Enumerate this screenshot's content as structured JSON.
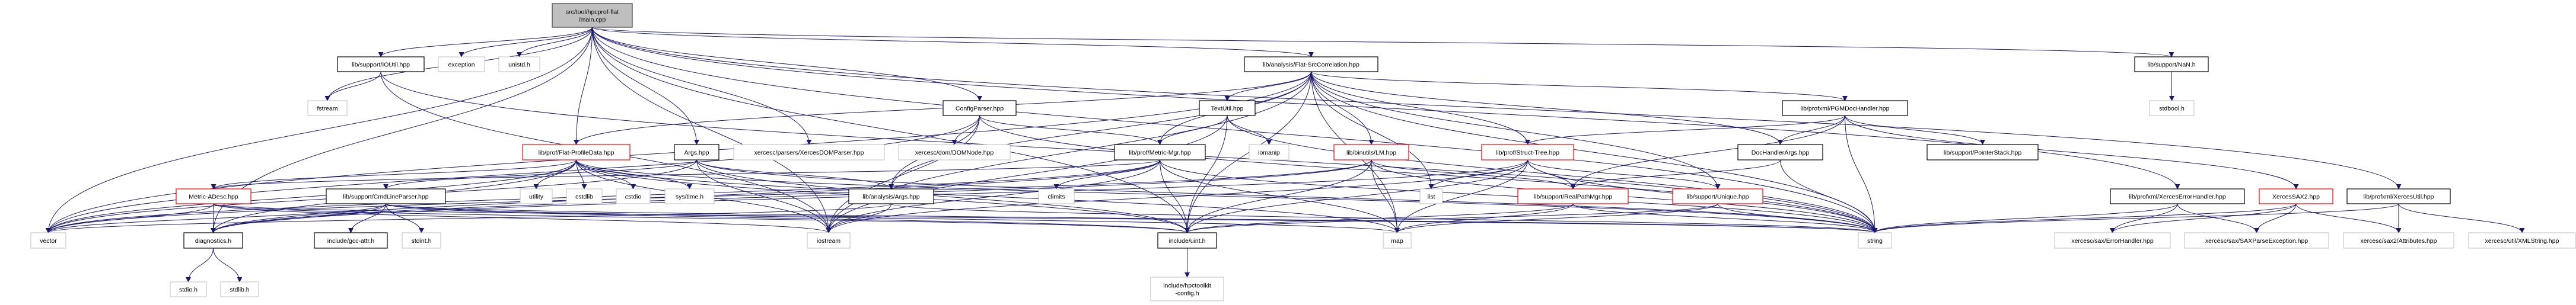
{
  "colors": {
    "edge": "#191970",
    "root_fill": "#bfbfbf",
    "root_border": "#404040",
    "documented_border": "#000000",
    "truncated_border": "#ff0000",
    "external_border": "#bfbfbf",
    "node_fill": "#ffffff"
  },
  "nodes": {
    "main": {
      "lines": [
        "src/tool/hpcprof-flat",
        "/main.cpp"
      ],
      "style": "root"
    },
    "ioutil": {
      "lines": [
        "lib/support/IOUtil.hpp"
      ],
      "style": "documented"
    },
    "exception": {
      "lines": [
        "exception"
      ],
      "style": "external"
    },
    "unistd": {
      "lines": [
        "unistd.h"
      ],
      "style": "external"
    },
    "flatsrc": {
      "lines": [
        "lib/analysis/Flat-SrcCorrelation.hpp"
      ],
      "style": "documented"
    },
    "nan": {
      "lines": [
        "lib/support/NaN.h"
      ],
      "style": "documented"
    },
    "fstream": {
      "lines": [
        "fstream"
      ],
      "style": "external"
    },
    "configparser": {
      "lines": [
        "ConfigParser.hpp"
      ],
      "style": "documented"
    },
    "textutil": {
      "lines": [
        "TextUtil.hpp"
      ],
      "style": "documented"
    },
    "pgmdoc": {
      "lines": [
        "lib/profxml/PGMDocHandler.hpp"
      ],
      "style": "documented"
    },
    "stdbool": {
      "lines": [
        "stdbool.h"
      ],
      "style": "external"
    },
    "flatprof": {
      "lines": [
        "lib/prof/Flat-ProfileData.hpp"
      ],
      "style": "truncated"
    },
    "args": {
      "lines": [
        "Args.hpp"
      ],
      "style": "documented"
    },
    "domparser": {
      "lines": [
        "xercesc/parsers/XercesDOMParser.hpp"
      ],
      "style": "external"
    },
    "domnode": {
      "lines": [
        "xercesc/dom/DOMNode.hpp"
      ],
      "style": "external"
    },
    "metricmgr": {
      "lines": [
        "lib/prof/Metric-Mgr.hpp"
      ],
      "style": "documented"
    },
    "iomanip": {
      "lines": [
        "iomanip"
      ],
      "style": "external"
    },
    "lm": {
      "lines": [
        "lib/binutils/LM.hpp"
      ],
      "style": "truncated"
    },
    "structtree": {
      "lines": [
        "lib/prof/Struct-Tree.hpp"
      ],
      "style": "truncated"
    },
    "dochargs": {
      "lines": [
        "DocHandlerArgs.hpp"
      ],
      "style": "documented"
    },
    "pointerstack": {
      "lines": [
        "lib/support/PointerStack.hpp"
      ],
      "style": "documented"
    },
    "metricadesc": {
      "lines": [
        "Metric-ADesc.hpp"
      ],
      "style": "truncated"
    },
    "cmdline": {
      "lines": [
        "lib/support/CmdLineParser.hpp"
      ],
      "style": "documented"
    },
    "utility": {
      "lines": [
        "utility"
      ],
      "style": "external"
    },
    "cstdlib": {
      "lines": [
        "cstdlib"
      ],
      "style": "external"
    },
    "cstdio": {
      "lines": [
        "cstdio"
      ],
      "style": "external"
    },
    "systime": {
      "lines": [
        "sys/time.h"
      ],
      "style": "external"
    },
    "aargs": {
      "lines": [
        "lib/analysis/Args.hpp"
      ],
      "style": "documented"
    },
    "climits": {
      "lines": [
        "climits"
      ],
      "style": "external"
    },
    "list": {
      "lines": [
        "list"
      ],
      "style": "external"
    },
    "realpath": {
      "lines": [
        "lib/support/RealPathMgr.hpp"
      ],
      "style": "truncated"
    },
    "unique": {
      "lines": [
        "lib/support/Unique.hpp"
      ],
      "style": "truncated"
    },
    "xerrh": {
      "lines": [
        "lib/profxml/XercesErrorHandler.hpp"
      ],
      "style": "documented"
    },
    "xsax2": {
      "lines": [
        "XercesSAX2.hpp"
      ],
      "style": "truncated"
    },
    "xutil": {
      "lines": [
        "lib/profxml/XercesUtil.hpp"
      ],
      "style": "documented"
    },
    "vector": {
      "lines": [
        "vector"
      ],
      "style": "external"
    },
    "diagnostics": {
      "lines": [
        "diagnostics.h"
      ],
      "style": "documented"
    },
    "gccattr": {
      "lines": [
        "include/gcc-attr.h"
      ],
      "style": "documented"
    },
    "stdint": {
      "lines": [
        "stdint.h"
      ],
      "style": "external"
    },
    "iostream": {
      "lines": [
        "iostream"
      ],
      "style": "external"
    },
    "uint": {
      "lines": [
        "include/uint.h"
      ],
      "style": "documented"
    },
    "map": {
      "lines": [
        "map"
      ],
      "style": "external"
    },
    "string": {
      "lines": [
        "string"
      ],
      "style": "external"
    },
    "errhandler": {
      "lines": [
        "xercesc/sax/ErrorHandler.hpp"
      ],
      "style": "external"
    },
    "saxparse": {
      "lines": [
        "xercesc/sax/SAXParseException.hpp"
      ],
      "style": "external"
    },
    "attributes": {
      "lines": [
        "xercesc/sax2/Attributes.hpp"
      ],
      "style": "external"
    },
    "xmlstring": {
      "lines": [
        "xercesc/util/XMLString.hpp"
      ],
      "style": "external"
    },
    "stdio": {
      "lines": [
        "stdio.h"
      ],
      "style": "external"
    },
    "stdlib": {
      "lines": [
        "stdlib.h"
      ],
      "style": "external"
    },
    "hpcconfig": {
      "lines": [
        "include/hpctoolkit",
        "-config.h"
      ],
      "style": "external"
    }
  },
  "edges": [
    [
      "main",
      "vector"
    ],
    [
      "main",
      "ioutil"
    ],
    [
      "main",
      "fstream"
    ],
    [
      "main",
      "exception"
    ],
    [
      "main",
      "unistd"
    ],
    [
      "main",
      "flatprof"
    ],
    [
      "main",
      "args"
    ],
    [
      "main",
      "iostream"
    ],
    [
      "main",
      "flatsrc"
    ],
    [
      "main",
      "nan"
    ],
    [
      "main",
      "xerrh"
    ],
    [
      "main",
      "xutil"
    ],
    [
      "main",
      "configparser"
    ],
    [
      "main",
      "string"
    ],
    [
      "main",
      "diagnostics"
    ],
    [
      "main",
      "domparser"
    ],
    [
      "main",
      "uint"
    ],
    [
      "ioutil",
      "fstream"
    ],
    [
      "ioutil",
      "iostream"
    ],
    [
      "ioutil",
      "string"
    ],
    [
      "flatsrc",
      "textutil"
    ],
    [
      "flatsrc",
      "metricmgr"
    ],
    [
      "flatsrc",
      "lm"
    ],
    [
      "flatsrc",
      "list"
    ],
    [
      "flatsrc",
      "structtree"
    ],
    [
      "flatsrc",
      "unique"
    ],
    [
      "flatsrc",
      "dochargs"
    ],
    [
      "flatsrc",
      "pgmdoc"
    ],
    [
      "flatsrc",
      "uint"
    ],
    [
      "flatsrc",
      "aargs"
    ],
    [
      "flatsrc",
      "flatprof"
    ],
    [
      "flatsrc",
      "vector"
    ],
    [
      "flatsrc",
      "iostream"
    ],
    [
      "flatsrc",
      "string"
    ],
    [
      "flatsrc",
      "map"
    ],
    [
      "nan",
      "stdbool"
    ],
    [
      "configparser",
      "domnode"
    ],
    [
      "configparser",
      "metricmgr"
    ],
    [
      "configparser",
      "aargs"
    ],
    [
      "configparser",
      "string"
    ],
    [
      "configparser",
      "vector"
    ],
    [
      "configparser",
      "iostream"
    ],
    [
      "textutil",
      "metricmgr"
    ],
    [
      "textutil",
      "iomanip"
    ],
    [
      "textutil",
      "uint"
    ],
    [
      "textutil",
      "string"
    ],
    [
      "textutil",
      "iostream"
    ],
    [
      "pgmdoc",
      "dochargs"
    ],
    [
      "pgmdoc",
      "pointerstack"
    ],
    [
      "pgmdoc",
      "string"
    ],
    [
      "pgmdoc",
      "xsax2"
    ],
    [
      "pgmdoc",
      "structtree"
    ],
    [
      "pgmdoc",
      "realpath"
    ],
    [
      "flatprof",
      "utility"
    ],
    [
      "flatprof",
      "cstdlib"
    ],
    [
      "flatprof",
      "cstdio"
    ],
    [
      "flatprof",
      "systime"
    ],
    [
      "flatprof",
      "metricadesc"
    ],
    [
      "flatprof",
      "vector"
    ],
    [
      "flatprof",
      "iostream"
    ],
    [
      "flatprof",
      "string"
    ],
    [
      "flatprof",
      "uint"
    ],
    [
      "flatprof",
      "diagnostics"
    ],
    [
      "flatprof",
      "map"
    ],
    [
      "args",
      "cmdline"
    ],
    [
      "args",
      "aargs"
    ],
    [
      "args",
      "iostream"
    ],
    [
      "args",
      "string"
    ],
    [
      "args",
      "vector"
    ],
    [
      "args",
      "uint"
    ],
    [
      "metricmgr",
      "metricadesc"
    ],
    [
      "metricmgr",
      "climits"
    ],
    [
      "metricmgr",
      "uint"
    ],
    [
      "metricmgr",
      "string"
    ],
    [
      "metricmgr",
      "vector"
    ],
    [
      "metricmgr",
      "map"
    ],
    [
      "metricmgr",
      "iostream"
    ],
    [
      "metricmgr",
      "diagnostics"
    ],
    [
      "lm",
      "map"
    ],
    [
      "lm",
      "string"
    ],
    [
      "lm",
      "uint"
    ],
    [
      "lm",
      "vector"
    ],
    [
      "lm",
      "realpath"
    ],
    [
      "lm",
      "diagnostics"
    ],
    [
      "structtree",
      "list"
    ],
    [
      "structtree",
      "realpath"
    ],
    [
      "structtree",
      "unique"
    ],
    [
      "structtree",
      "map"
    ],
    [
      "structtree",
      "string"
    ],
    [
      "structtree",
      "uint"
    ],
    [
      "structtree",
      "diagnostics"
    ],
    [
      "structtree",
      "iostream"
    ],
    [
      "dochargs",
      "string"
    ],
    [
      "dochargs",
      "realpath"
    ],
    [
      "aargs",
      "iostream"
    ],
    [
      "aargs",
      "string"
    ],
    [
      "aargs",
      "vector"
    ],
    [
      "metricadesc",
      "diagnostics"
    ],
    [
      "metricadesc",
      "vector"
    ],
    [
      "metricadesc",
      "string"
    ],
    [
      "metricadesc",
      "uint"
    ],
    [
      "metricadesc",
      "iostream"
    ],
    [
      "cmdline",
      "gccattr"
    ],
    [
      "cmdline",
      "stdint"
    ],
    [
      "cmdline",
      "vector"
    ],
    [
      "cmdline",
      "diagnostics"
    ],
    [
      "cmdline",
      "map"
    ],
    [
      "cmdline",
      "string"
    ],
    [
      "cmdline",
      "uint"
    ],
    [
      "realpath",
      "map"
    ],
    [
      "realpath",
      "string"
    ],
    [
      "realpath",
      "uint"
    ],
    [
      "unique",
      "string"
    ],
    [
      "unique",
      "map"
    ],
    [
      "unique",
      "uint"
    ],
    [
      "xerrh",
      "errhandler"
    ],
    [
      "xerrh",
      "saxparse"
    ],
    [
      "xerrh",
      "string"
    ],
    [
      "xsax2",
      "saxparse"
    ],
    [
      "xsax2",
      "attributes"
    ],
    [
      "xsax2",
      "string"
    ],
    [
      "xsax2",
      "errhandler"
    ],
    [
      "xutil",
      "attributes"
    ],
    [
      "xutil",
      "xmlstring"
    ],
    [
      "xutil",
      "string"
    ],
    [
      "diagnostics",
      "stdio"
    ],
    [
      "diagnostics",
      "stdlib"
    ],
    [
      "uint",
      "hpcconfig"
    ]
  ]
}
